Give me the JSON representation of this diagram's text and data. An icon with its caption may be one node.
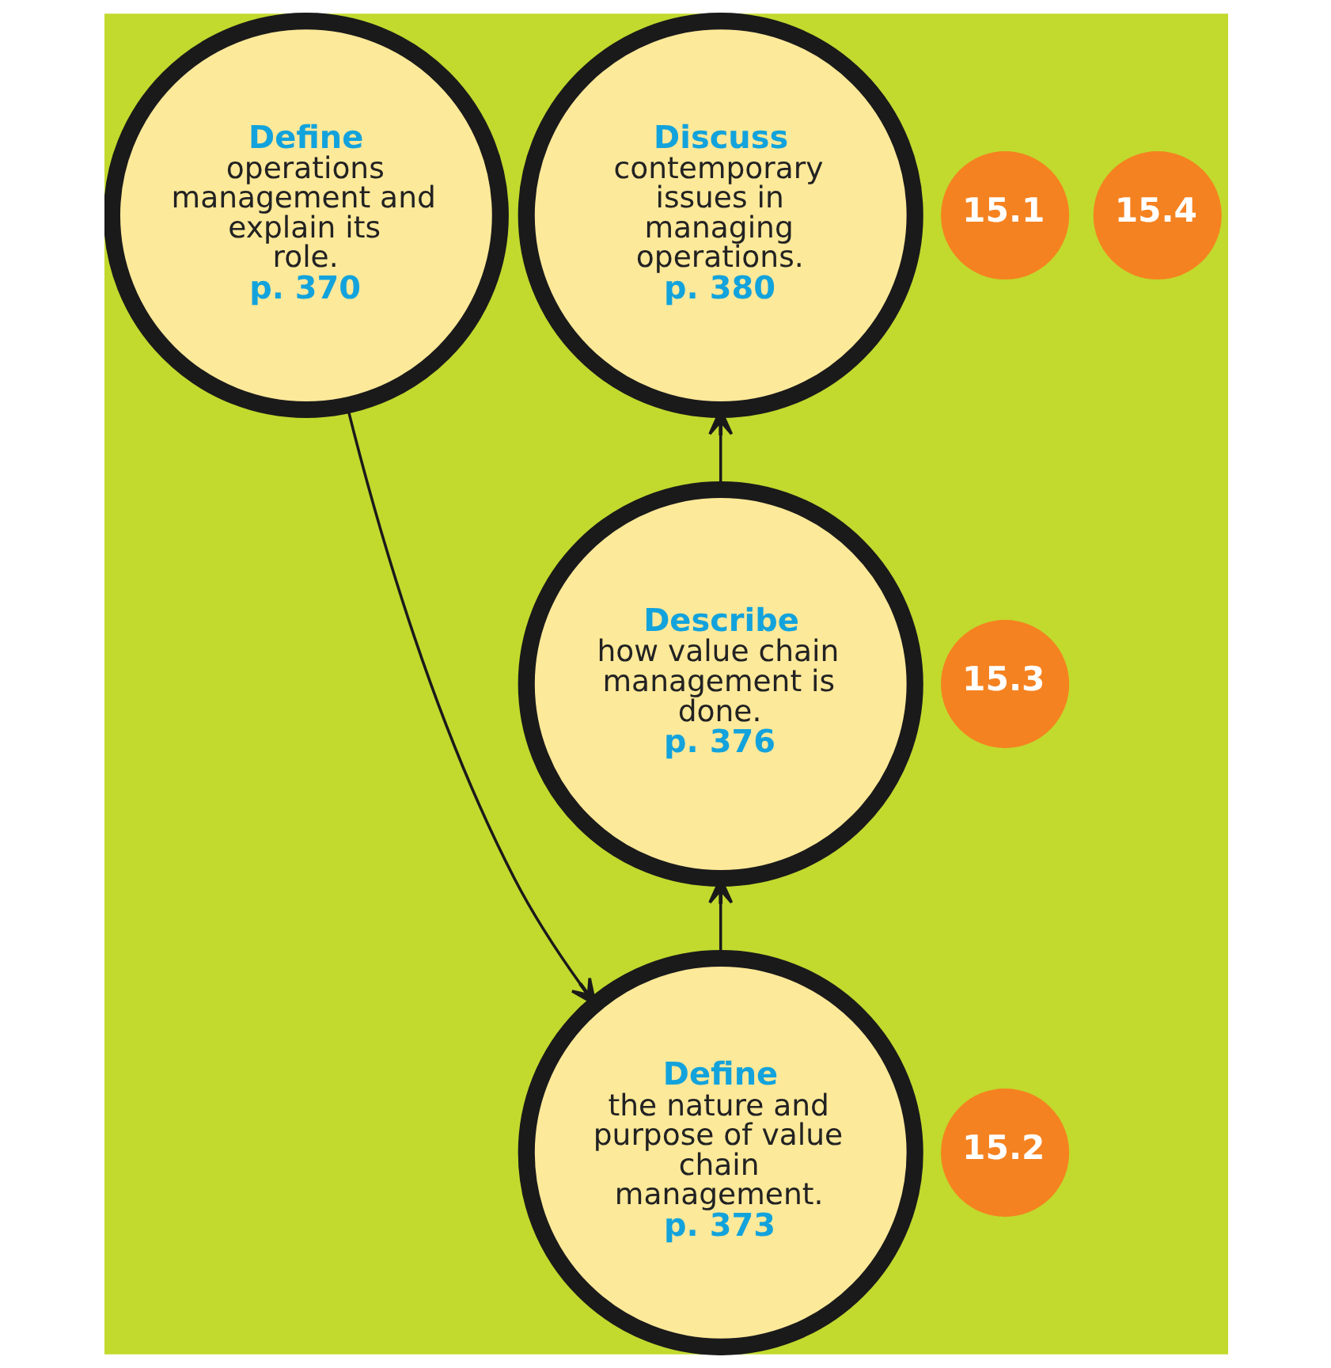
{
  "diagram": {
    "nodes": [
      {
        "text": [
          "Define",
          "operations management and explain its role.",
          "p. 370"
        ]
      },
      {
        "text": [
          "15.1"
        ]
      },
      {
        "text": [
          "Discuss",
          "contemporary issues in managing operations.",
          "p. 380"
        ]
      },
      {
        "text": [
          "15.4"
        ]
      },
      {
        "text": [
          "Describe",
          "how value chain management is done.",
          "p. 376"
        ]
      },
      {
        "text": [
          "15.3"
        ]
      },
      {
        "text": [
          "Define",
          "the nature and purpose of value chain management.",
          "p. 373"
        ]
      },
      {
        "text": [
          "15.2"
        ]
      }
    ],
    "edges": [
      {
        "from": 0,
        "to": 6,
        "arrow": "to"
      },
      {
        "from": 6,
        "to": 4,
        "arrow": "to"
      },
      {
        "from": 4,
        "to": 2,
        "arrow": "to"
      }
    ]
  }
}
